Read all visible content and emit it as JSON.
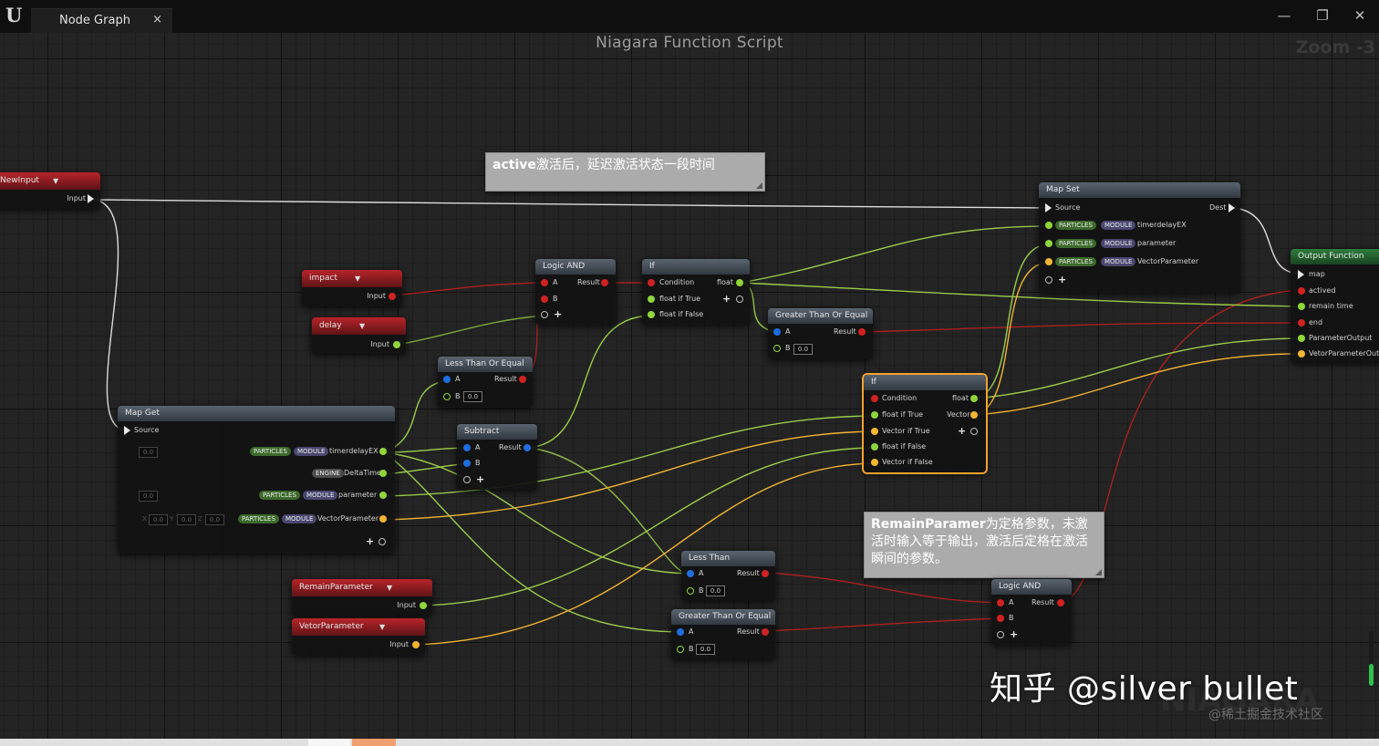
{
  "window": {
    "tab_title": "Node Graph",
    "tab_close": "×",
    "minimize": "—",
    "restore": "❐",
    "close": "✕"
  },
  "graph": {
    "title": "Niagara Function Script",
    "zoom": "Zoom -3",
    "bg_logo": "NIAGARA"
  },
  "comments": {
    "top": "active激活后，延迟激活状态一段时间",
    "top_bold": "active",
    "top_rest": "激活后，延迟激活状态一段时间",
    "bottom_bold": "RemainParamer",
    "bottom_rest": "为定格参数，未激活时输入等于输出，激活后定格在激活瞬间的参数。"
  },
  "nodes": {
    "new_input": {
      "title": "NewInput",
      "out_label": "Input"
    },
    "impact": {
      "title": "impact",
      "out_label": "Input"
    },
    "delay": {
      "title": "delay",
      "out_label": "Input"
    },
    "remain_parameter": {
      "title": "RemainParameter",
      "out_label": "Input"
    },
    "vetor_parameter": {
      "title": "VetorParameter",
      "out_label": "Input"
    },
    "map_get": {
      "title": "Map Get",
      "source": "Source",
      "rows": [
        {
          "label": "timerdelayEX",
          "badges": [
            "PARTICLES",
            "MODULE"
          ],
          "default": "0.0"
        },
        {
          "label": "DeltaTime",
          "badges": [
            "ENGINE"
          ]
        },
        {
          "label": "parameter",
          "badges": [
            "PARTICLES",
            "MODULE"
          ],
          "default": "0.0"
        },
        {
          "label": "VectorParameter",
          "badges": [
            "PARTICLES",
            "MODULE"
          ],
          "x": "0.0",
          "y": "0.0",
          "z": "0.0",
          "x_lbl": "X",
          "y_lbl": "Y",
          "z_lbl": "Z"
        }
      ]
    },
    "logic_and_1": {
      "title": "Logic AND",
      "a": "A",
      "b": "B",
      "result": "Result"
    },
    "logic_and_2": {
      "title": "Logic AND",
      "a": "A",
      "b": "B",
      "result": "Result"
    },
    "less_equal": {
      "title": "Less Than Or Equal",
      "a": "A",
      "b": "B",
      "b_val": "0.0",
      "result": "Result"
    },
    "subtract": {
      "title": "Subtract",
      "a": "A",
      "b": "B",
      "result": "Result"
    },
    "if_1": {
      "title": "If",
      "condition": "Condition",
      "out": "float",
      "f_true": "float if True",
      "f_false": "float if False"
    },
    "greater_equal_1": {
      "title": "Greater Than Or Equal",
      "a": "A",
      "b": "B",
      "b_val": "0.0",
      "result": "Result"
    },
    "greater_equal_2": {
      "title": "Greater Than Or Equal",
      "a": "A",
      "b": "B",
      "b_val": "0.0",
      "result": "Result"
    },
    "less_than": {
      "title": "Less Than",
      "a": "A",
      "b": "B",
      "b_val": "0.0",
      "result": "Result"
    },
    "if_2": {
      "title": "If",
      "condition": "Condition",
      "out_float": "float",
      "f_true": "float if True",
      "vec_true": "Vector if True",
      "out_vec": "Vector",
      "f_false": "float if False",
      "vec_false": "Vector if False"
    },
    "map_set": {
      "title": "Map Set",
      "source": "Source",
      "dest": "Dest",
      "rows": [
        {
          "label": "timerdelayEX",
          "badges": [
            "PARTICLES",
            "MODULE"
          ]
        },
        {
          "label": "parameter",
          "badges": [
            "PARTICLES",
            "MODULE"
          ]
        },
        {
          "label": "VectorParameter",
          "badges": [
            "PARTICLES",
            "MODULE"
          ]
        }
      ]
    },
    "output_function": {
      "title": "Output Function",
      "pins": [
        "map",
        "actived",
        "remain time",
        "end",
        "ParameterOutput",
        "VetorParameterOutput"
      ]
    }
  },
  "watermark": {
    "zhihu": "知乎 @silver bullet",
    "juejin": "@稀土掘金技术社区"
  },
  "colors": {
    "float_pin": "#8fd63a",
    "bool_pin": "#d02222",
    "int_pin": "#1f6ee0",
    "vector_pin": "#f2b531",
    "selection": "#f4a32c"
  }
}
